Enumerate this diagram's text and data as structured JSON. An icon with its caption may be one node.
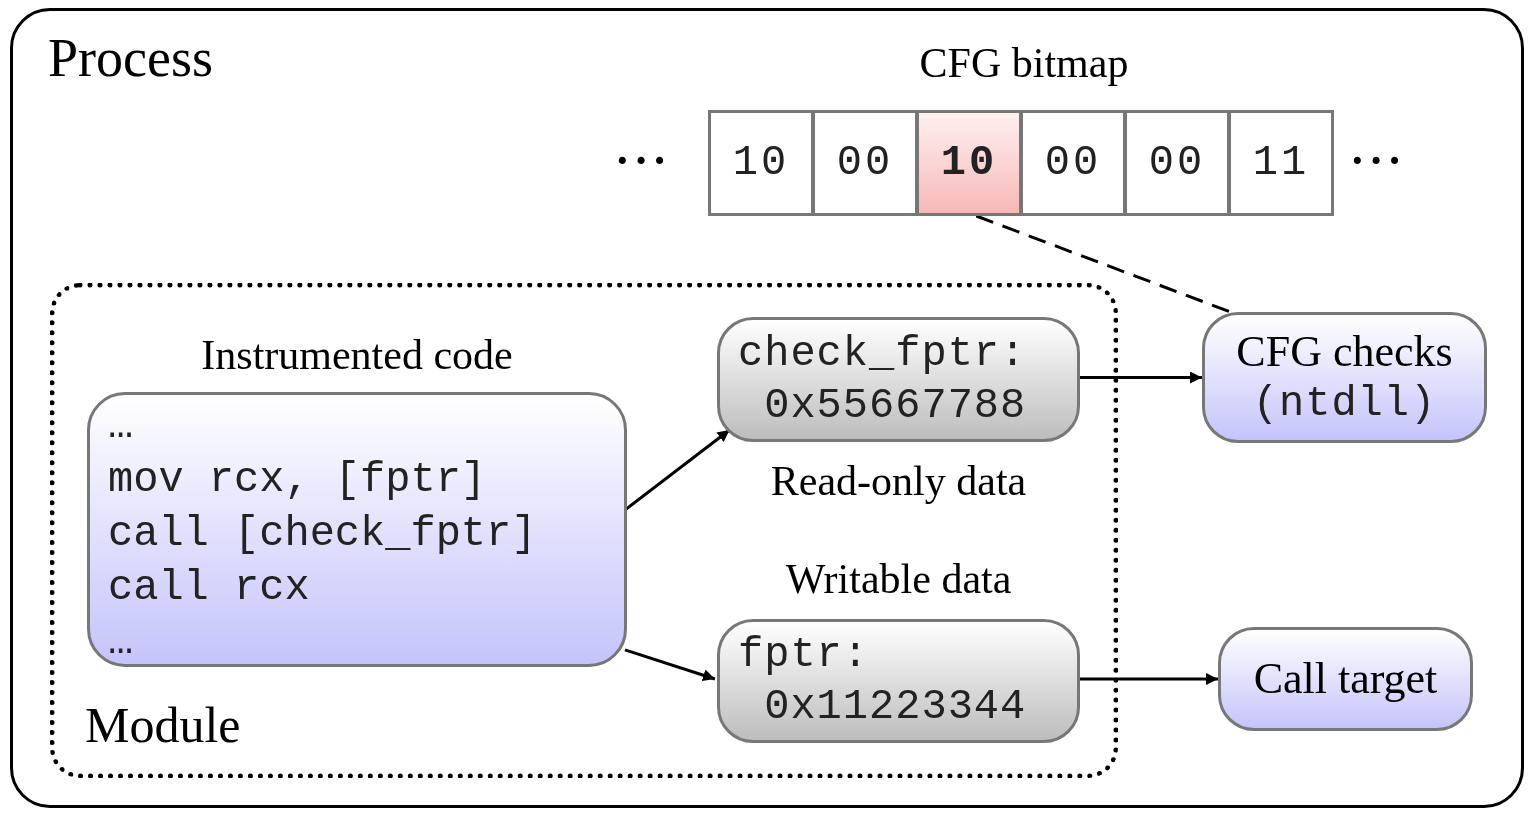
{
  "diagram": {
    "nodes": [
      {
        "text": [
          "Process"
        ]
      },
      {
        "text": [
          "CFG bitmap"
        ],
        "in": 0
      },
      {
        "text": [
          "10"
        ],
        "in": 1
      },
      {
        "text": [
          "00"
        ],
        "in": 1
      },
      {
        "text": [
          "10"
        ],
        "in": 1
      },
      {
        "text": [
          "00"
        ],
        "in": 1
      },
      {
        "text": [
          "00"
        ],
        "in": 1
      },
      {
        "text": [
          "11"
        ],
        "in": 1
      },
      {
        "text": [
          "Module"
        ],
        "in": 0
      },
      {
        "text": [
          "Instrumented code",
          "…",
          "mov rcx, [fptr]",
          "call [check_fptr]",
          "call rcx",
          "…"
        ],
        "in": 8
      },
      {
        "text": [
          "check_fptr: 0x55667788"
        ],
        "beside": [
          "Read-only data"
        ],
        "in": 8
      },
      {
        "text": [
          "fptr: 0x11223344"
        ],
        "beside": [
          "Writable data"
        ],
        "in": 8
      },
      {
        "text": [
          "CFG checks",
          "(ntdll)"
        ],
        "in": 0
      },
      {
        "text": [
          "Call target"
        ],
        "in": 0
      }
    ],
    "edges": [
      {
        "from": 9,
        "to": 10,
        "arrow": "to"
      },
      {
        "from": 9,
        "to": 11,
        "arrow": "to"
      },
      {
        "from": 10,
        "to": 12,
        "arrow": "to"
      },
      {
        "from": 11,
        "to": 13,
        "arrow": "to"
      },
      {
        "from": 4,
        "to": 12,
        "arrow": "none",
        "style": "dashed"
      }
    ],
    "labels": [
      "···",
      "···"
    ]
  }
}
